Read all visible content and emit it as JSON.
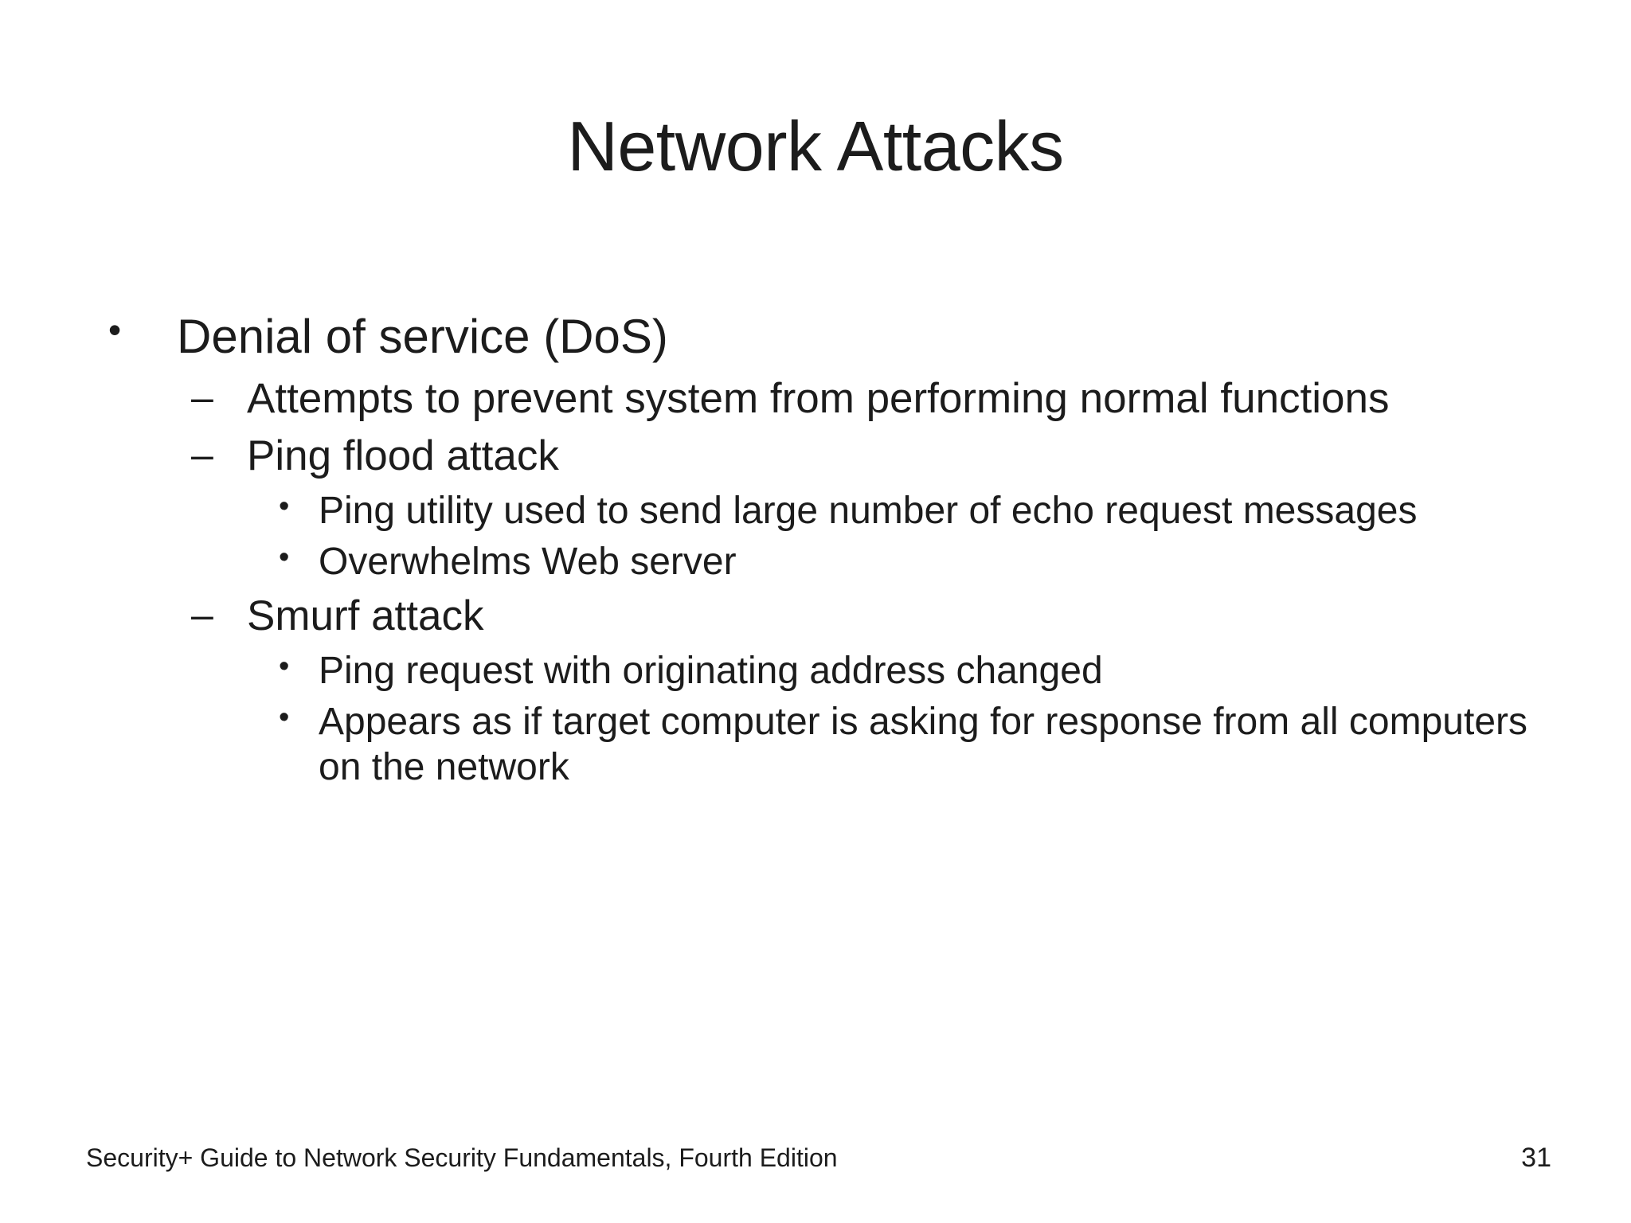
{
  "slide": {
    "title": "Network Attacks",
    "background_color": "#ffffff",
    "text_color": "#1c1c1c",
    "page_number": "31",
    "footer_text": "Security+ Guide to Network Security Fundamentals, Fourth Edition"
  },
  "bullets": [
    {
      "level": 1,
      "marker": "•",
      "marker_name": "disc-bullet-icon",
      "text": "Denial of service (DoS)"
    },
    {
      "level": 2,
      "marker": "–",
      "marker_name": "dash-bullet-icon",
      "text": "Attempts to prevent system from performing normal functions"
    },
    {
      "level": 2,
      "marker": "–",
      "marker_name": "dash-bullet-icon",
      "text": "Ping flood attack"
    },
    {
      "level": 3,
      "marker": "•",
      "marker_name": "disc-bullet-icon",
      "text": "Ping utility used to send large number of echo request messages"
    },
    {
      "level": 3,
      "marker": "•",
      "marker_name": "disc-bullet-icon",
      "text": "Overwhelms Web server"
    },
    {
      "level": 2,
      "marker": "–",
      "marker_name": "dash-bullet-icon",
      "text": "Smurf attack"
    },
    {
      "level": 3,
      "marker": "•",
      "marker_name": "disc-bullet-icon",
      "text": "Ping request with originating address changed"
    },
    {
      "level": 3,
      "marker": "•",
      "marker_name": "disc-bullet-icon",
      "text": "Appears as if target computer is asking for response from all computers on the network"
    }
  ]
}
